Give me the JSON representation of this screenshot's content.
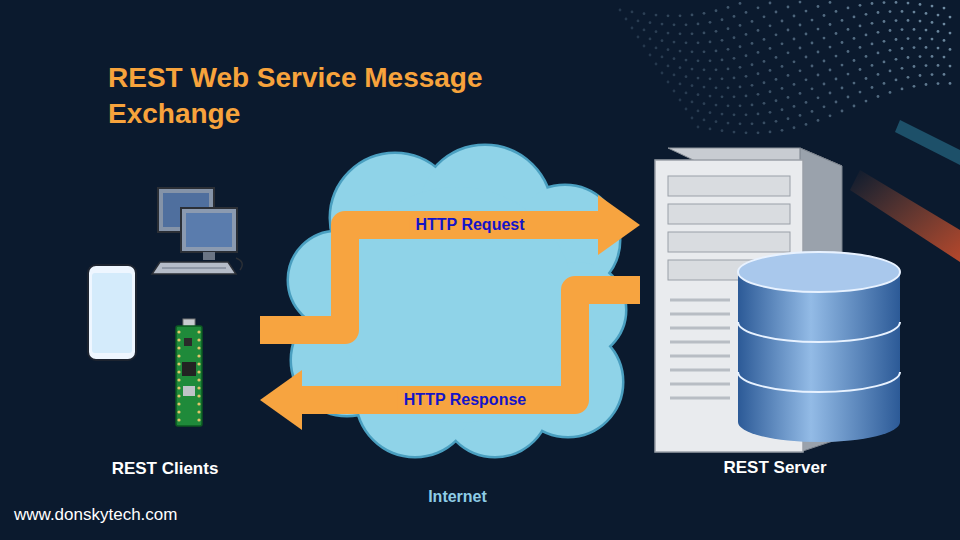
{
  "diagram": {
    "title": "REST Web Service Message Exchange",
    "nodes": [
      {
        "text": [
          "REST Clients"
        ]
      },
      {
        "text": [
          "Internet"
        ]
      },
      {
        "text": [
          "REST Server"
        ]
      }
    ],
    "edges": [
      {
        "from": 0,
        "to": 2,
        "arrow": "to",
        "label": "HTTP Request"
      },
      {
        "from": 2,
        "to": 0,
        "arrow": "to",
        "label": "HTTP Response"
      }
    ],
    "labels": [
      "www.donskytech.com"
    ]
  }
}
